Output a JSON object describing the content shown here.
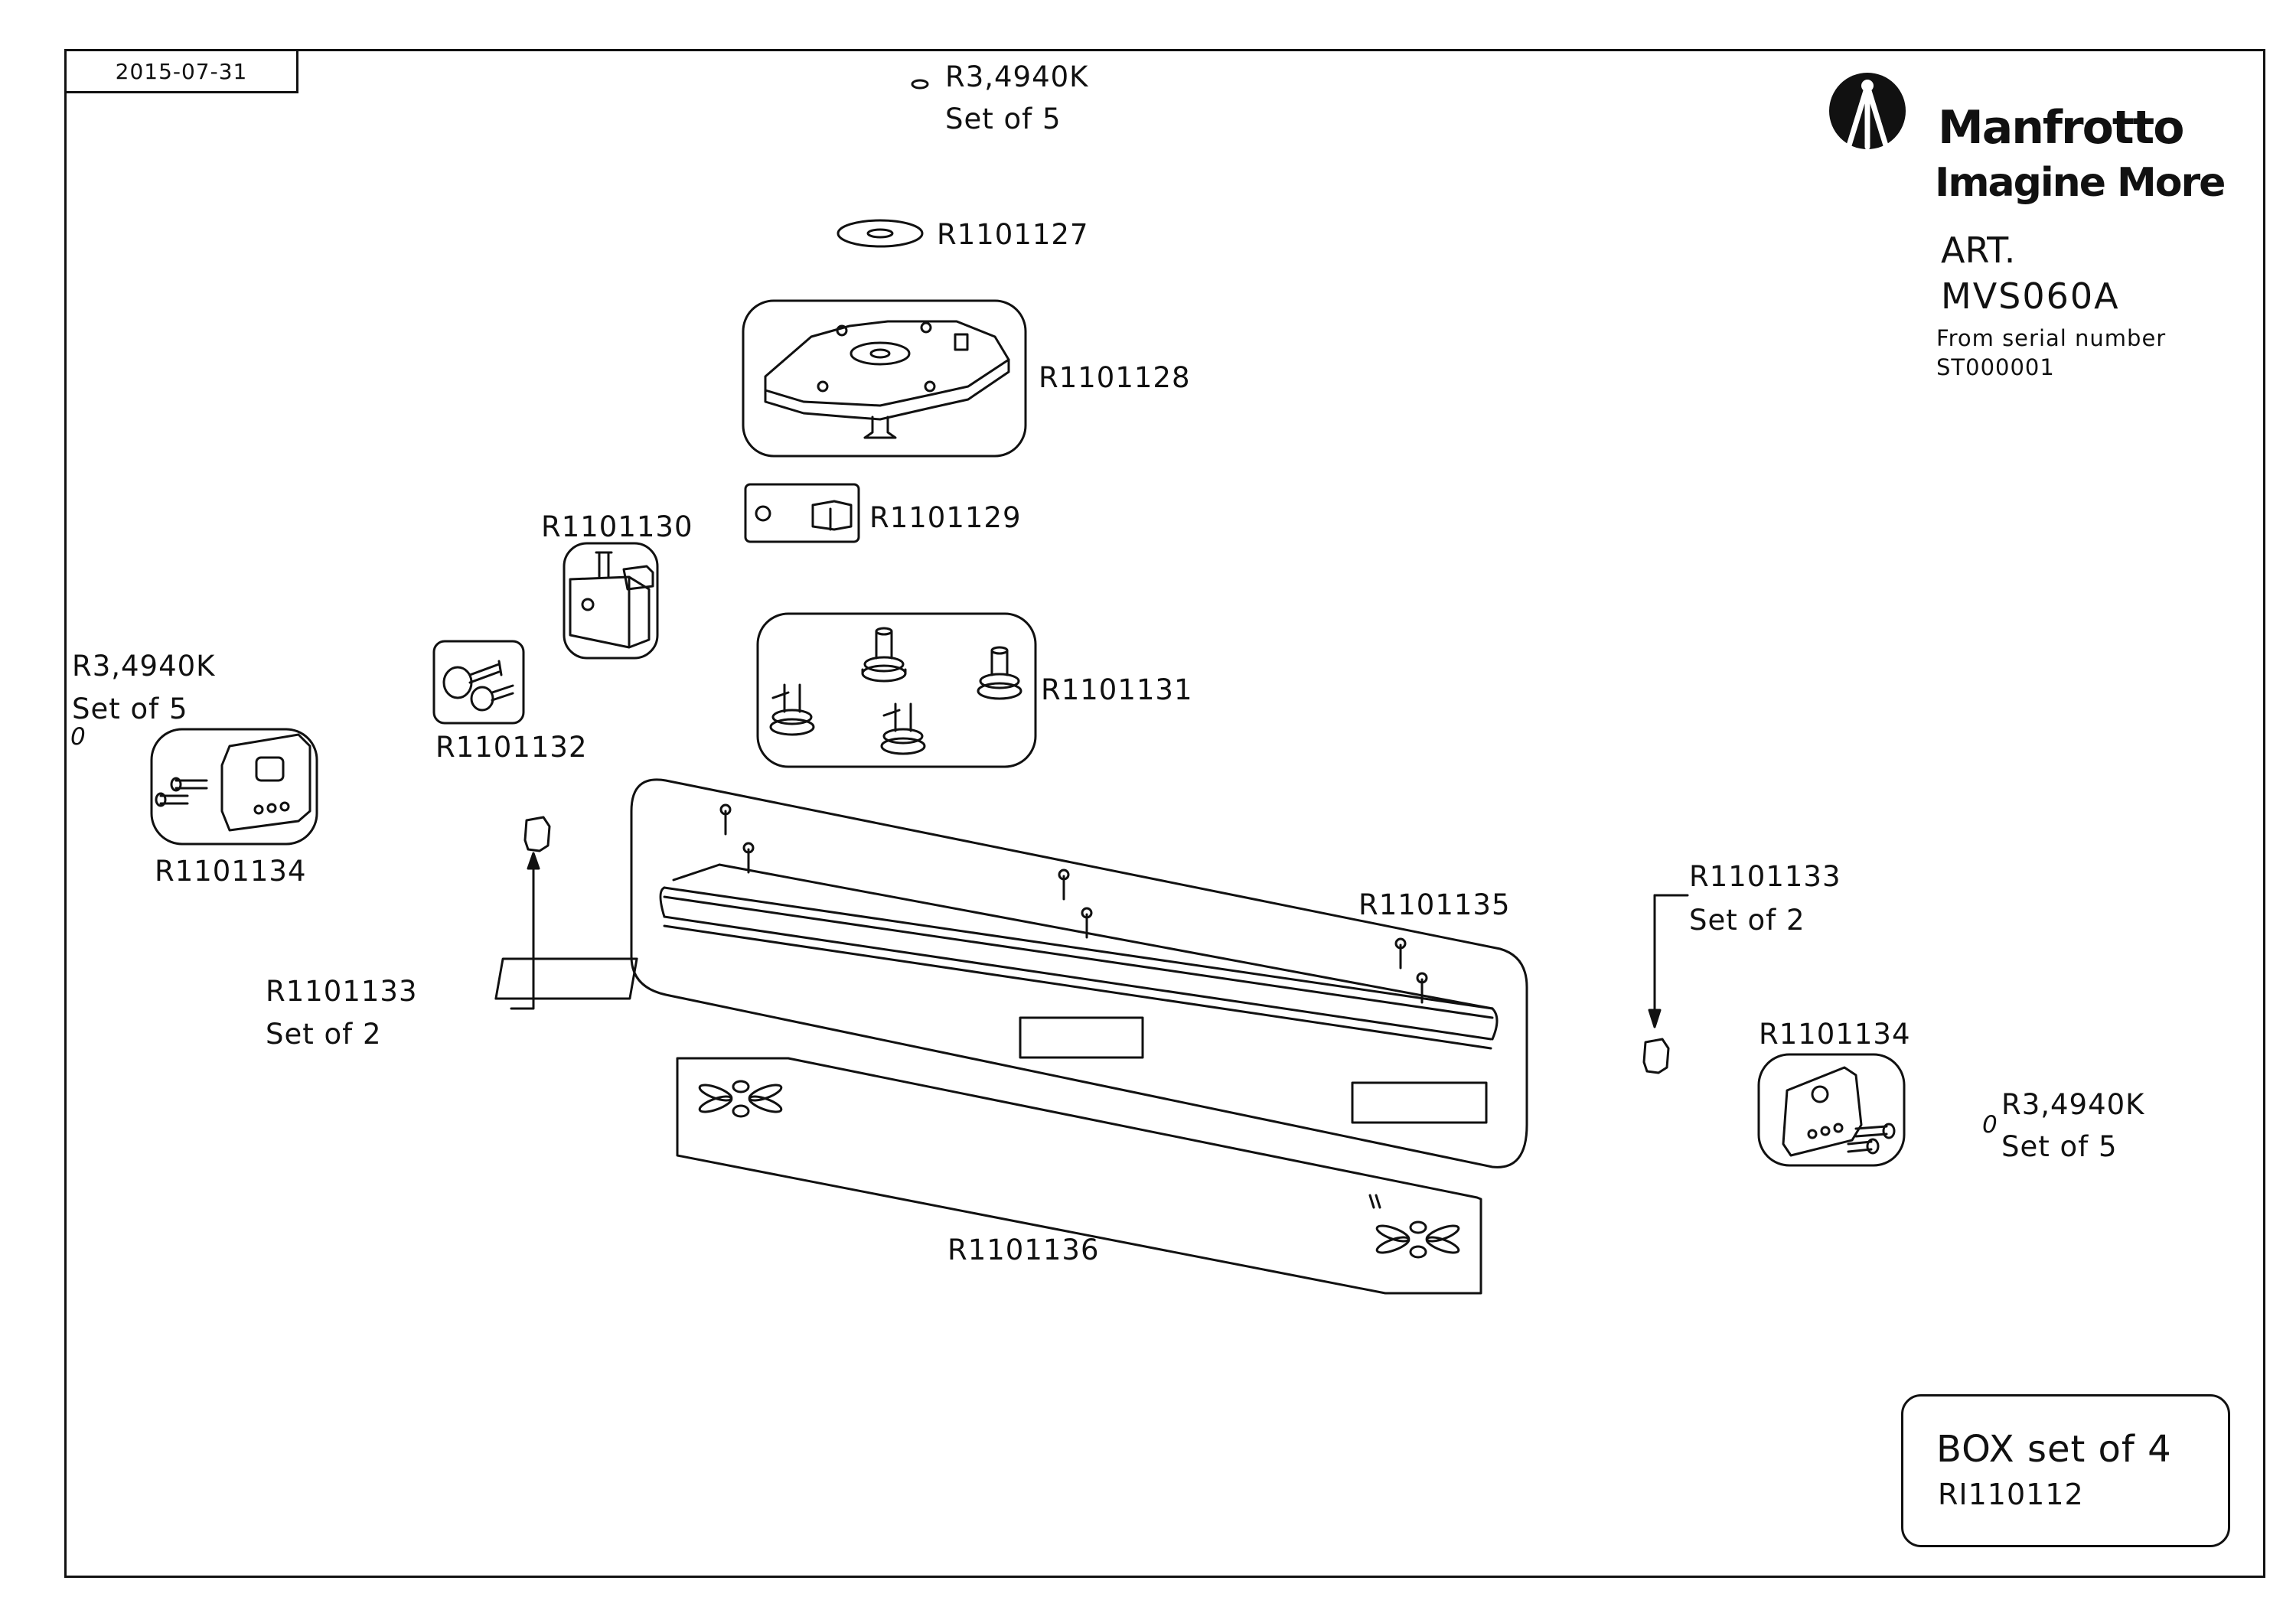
{
  "header": {
    "date": "2015-07-31"
  },
  "brand": {
    "name": "Manfrotto",
    "tagline": "Imagine More",
    "art_label": "ART.",
    "art_code": "MVS060A",
    "serial_label": "From serial number",
    "serial_value": "ST000001"
  },
  "parts": {
    "ring_top": "R3,4940K",
    "ring_top_set": "Set of 5",
    "washer": "R1101127",
    "plate": "R1101128",
    "block": "R1101129",
    "clamp": "R1101130",
    "knobs": "R1101132",
    "rollers": "R1101131",
    "ring_left": "R3,4940K",
    "ring_left_set": "Set of 5",
    "ring_left_mark": "0",
    "end_left": "R1101134",
    "pad_left": "R1101133",
    "pad_left_set": "Set of 2",
    "rail": "R1101135",
    "pad_right": "R1101133",
    "pad_right_set": "Set of 2",
    "end_right": "R1101134",
    "ring_right": "R3,4940K",
    "ring_right_set": "Set of 5",
    "ring_right_mark": "0",
    "feet": "R1101136"
  },
  "box": {
    "title": "BOX set of 4",
    "code": "RI110112"
  },
  "colors": {
    "line": "#111111",
    "background": "#ffffff"
  }
}
